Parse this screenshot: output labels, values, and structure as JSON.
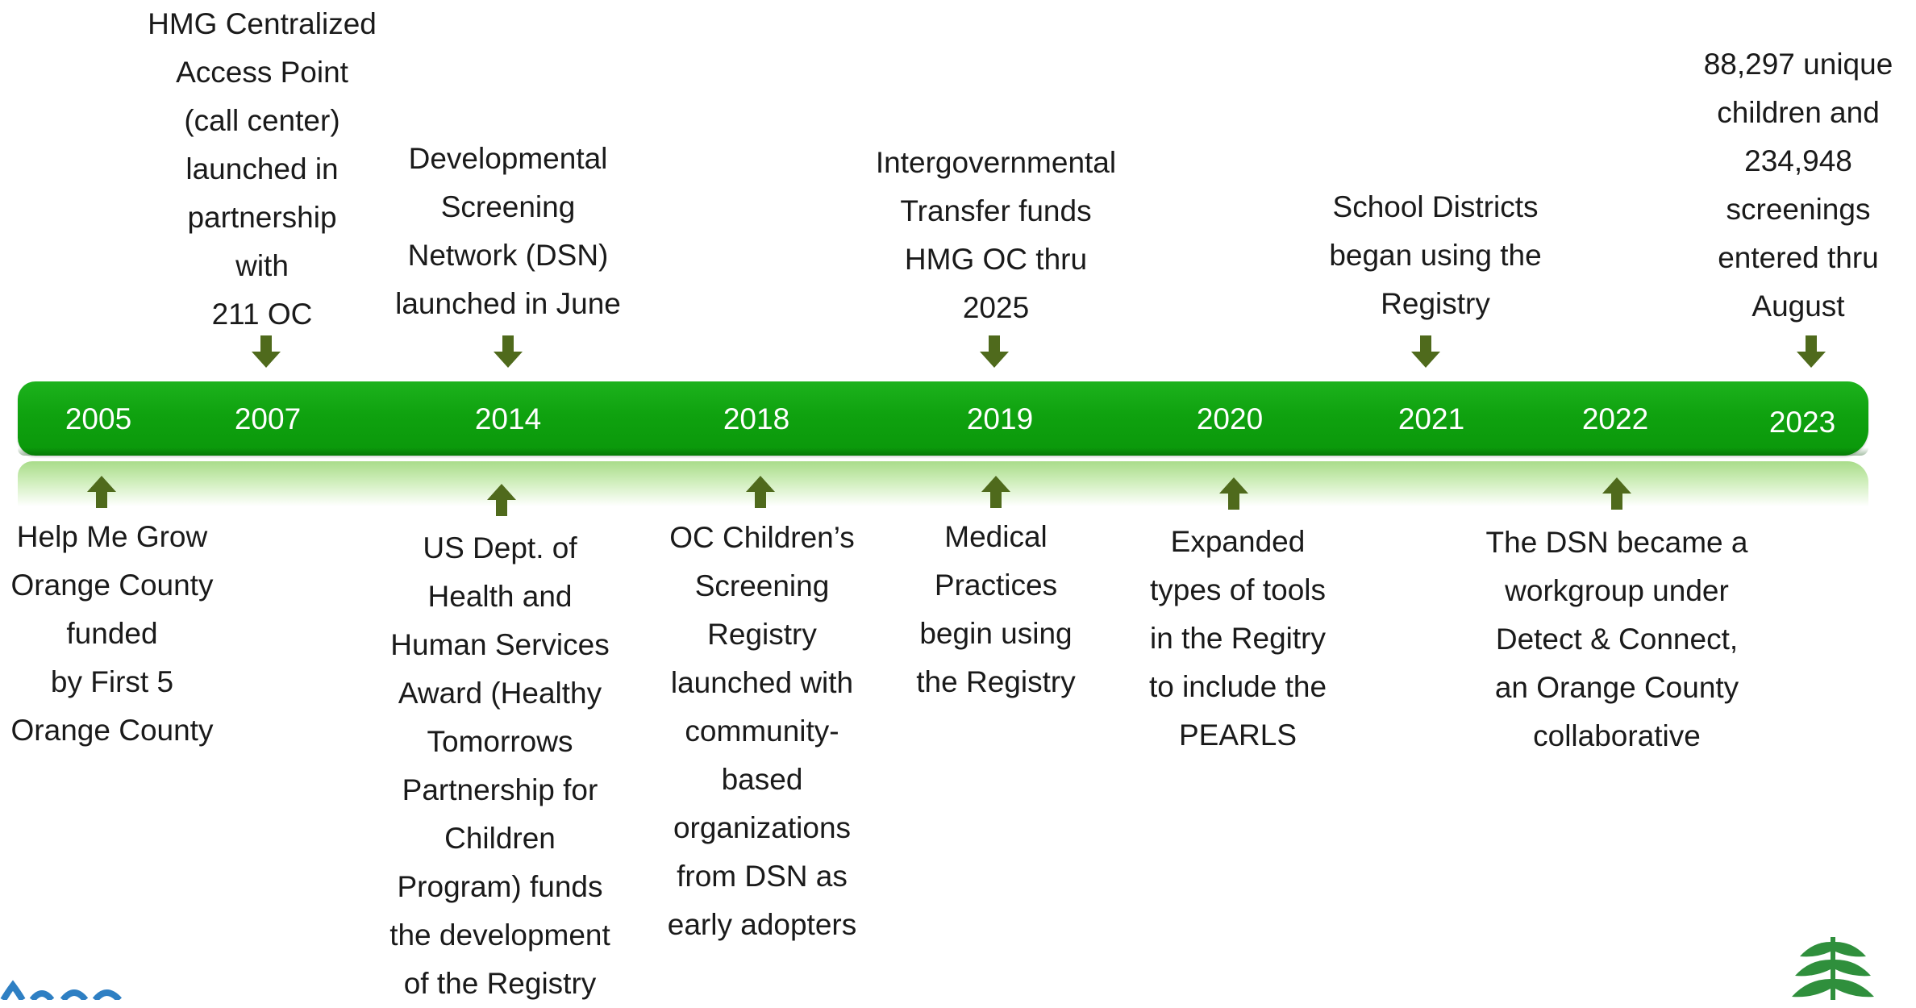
{
  "timeline": {
    "years": [
      "2005",
      "2007",
      "2014",
      "2018",
      "2019",
      "2020",
      "2021",
      "2022",
      "2023"
    ],
    "events_above": [
      {
        "year": "2007",
        "text": "HMG Centralized\nAccess Point\n(call center)\nlaunched in\npartnership\nwith\n211 OC"
      },
      {
        "year": "2014",
        "text": "Developmental\nScreening\nNetwork (DSN)\nlaunched in  June"
      },
      {
        "year": "2019",
        "text": "Intergovernmental\nTransfer funds\nHMG OC thru\n2025"
      },
      {
        "year": "2021",
        "text": "School Districts\nbegan using the\nRegistry"
      },
      {
        "year": "2023",
        "text": "88,297 unique\nchildren and\n234,948\nscreenings\nentered thru\nAugust"
      }
    ],
    "events_below": [
      {
        "year": "2005",
        "text": "Help Me Grow\nOrange County\nfunded\nby First 5\nOrange County"
      },
      {
        "year": "2014",
        "text": "US Dept. of\nHealth and\nHuman Services\nAward (Healthy\nTomorrows\nPartnership for\nChildren\nProgram) funds\nthe development\nof the Registry"
      },
      {
        "year": "2018",
        "text": "OC Children’s\nScreening\nRegistry\nlaunched with\ncommunity-\nbased\norganizations\nfrom DSN as\nearly adopters"
      },
      {
        "year": "2019",
        "text": "Medical\nPractices\nbegin using\nthe Registry"
      },
      {
        "year": "2020",
        "text": "Expanded\ntypes of tools\nin the Regitry\nto include the\nPEARLS"
      },
      {
        "year": "2022",
        "text": "The DSN became a\nworkgroup under\nDetect & Connect,\nan Orange County\ncollaborative"
      }
    ]
  },
  "colors": {
    "band": "#0fa20f",
    "arrow": "#4f6a1c",
    "text": "#1a1a1a",
    "year_text": "#ffffff",
    "logo_left": "#2e7fc3",
    "logo_right": "#2f8f3c"
  },
  "icons": {
    "arrow_down": "arrow-down-icon",
    "arrow_up": "arrow-up-icon",
    "logo_left": "blue-logo-partial",
    "logo_right": "leaf-logo-partial"
  }
}
